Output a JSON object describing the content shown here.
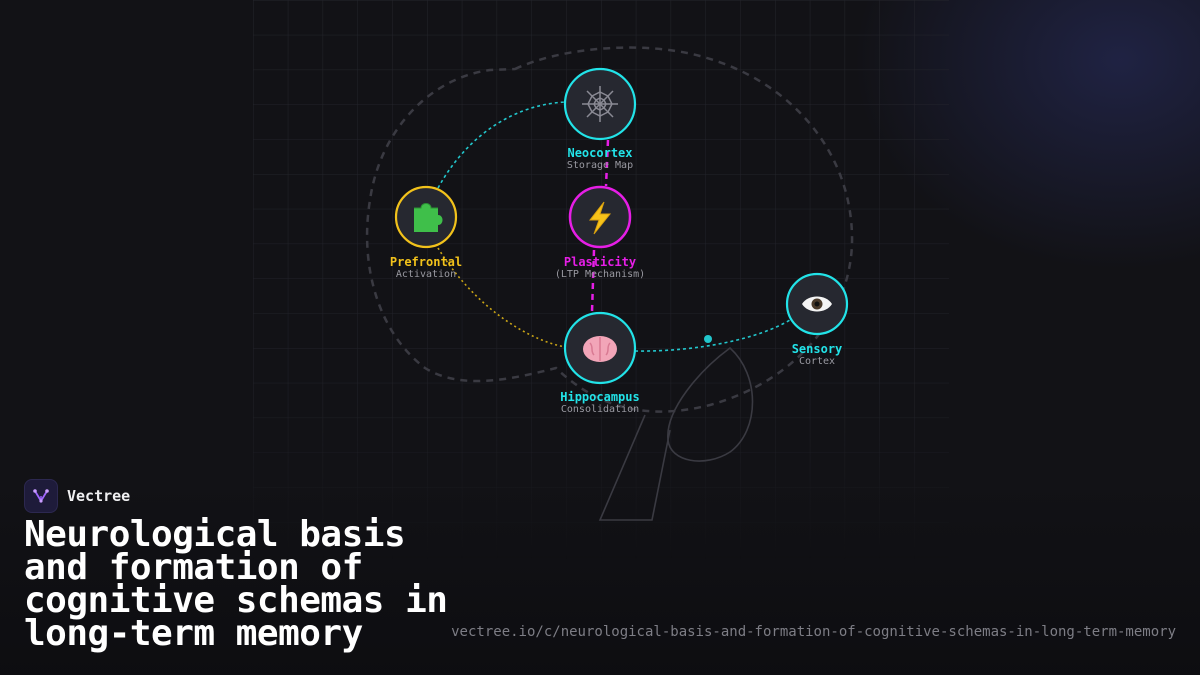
{
  "brand": {
    "name": "Vectree"
  },
  "title": "Neurological basis and formation of cognitive schemas in long-term memory",
  "url": "vectree.io/c/neurological-basis-and-formation-of-cognitive-schemas-in-long-term-memory",
  "colors": {
    "cyan": "#22e3e8",
    "magenta": "#e61ee6",
    "yellow": "#f2c21b",
    "background": "#121216",
    "grid": "#24252c"
  },
  "nodes": {
    "neocortex": {
      "name": "Neocortex",
      "sub": "Storage Map",
      "icon": "spider-web-icon",
      "color": "#22e3e8"
    },
    "prefrontal": {
      "name": "Prefrontal",
      "sub": "Activation",
      "icon": "puzzle-piece-icon",
      "color": "#f2c21b"
    },
    "plasticity": {
      "name": "Plasticity",
      "sub": "(LTP Mechanism)",
      "icon": "lightning-icon",
      "color": "#e61ee6"
    },
    "hippocampus": {
      "name": "Hippocampus",
      "sub": "Consolidation",
      "icon": "brain-icon",
      "color": "#22e3e8"
    },
    "sensory": {
      "name": "Sensory",
      "sub": "Cortex",
      "icon": "eye-icon",
      "color": "#22e3e8"
    }
  },
  "connections": [
    {
      "from": "neocortex",
      "to": "plasticity",
      "style": "dashed",
      "color": "#e61ee6"
    },
    {
      "from": "plasticity",
      "to": "hippocampus",
      "style": "dashed",
      "color": "#e61ee6"
    },
    {
      "from": "prefrontal",
      "to": "neocortex",
      "style": "dotted",
      "color": "#22e3e8"
    },
    {
      "from": "prefrontal",
      "to": "hippocampus",
      "style": "dotted",
      "color": "#f2c21b"
    },
    {
      "from": "hippocampus",
      "to": "sensory",
      "style": "dotted",
      "color": "#22e3e8"
    }
  ]
}
